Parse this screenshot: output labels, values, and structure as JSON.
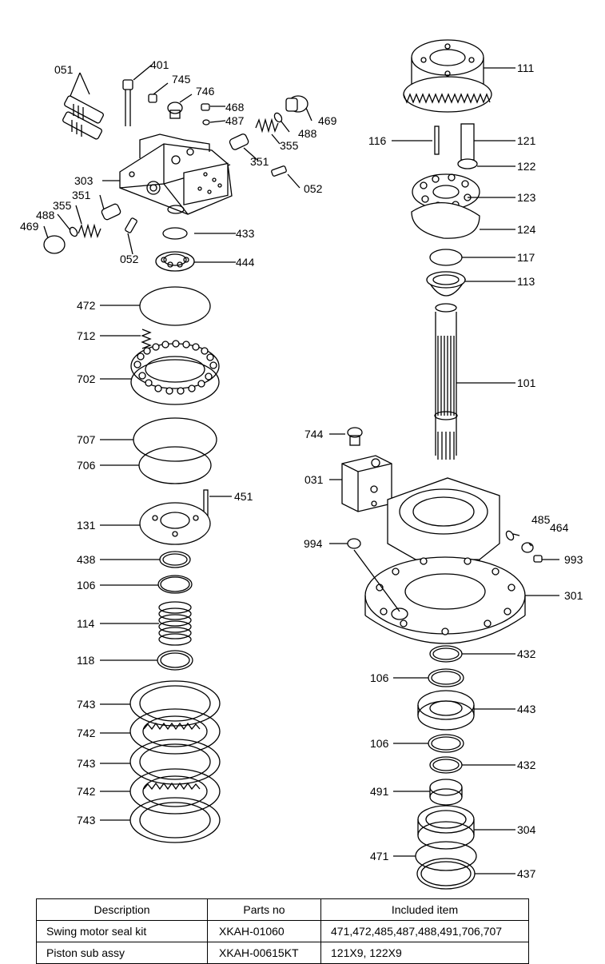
{
  "labels": {
    "l051": "051",
    "l401": "401",
    "l745": "745",
    "l746": "746",
    "l468": "468",
    "l487": "487",
    "l469a": "469",
    "l488a": "488",
    "l355a": "355",
    "l351a": "351",
    "l052a": "052",
    "l303": "303",
    "l351b": "351",
    "l355b": "355",
    "l488b": "488",
    "l469b": "469",
    "l052b": "052",
    "l433": "433",
    "l444": "444",
    "l472": "472",
    "l712": "712",
    "l702": "702",
    "l707": "707",
    "l706": "706",
    "l451": "451",
    "l131": "131",
    "l438": "438",
    "l106a": "106",
    "l114": "114",
    "l118": "118",
    "l743a": "743",
    "l742a": "742",
    "l743b": "743",
    "l742b": "742",
    "l743c": "743",
    "l111": "111",
    "l116": "116",
    "l121": "121",
    "l122": "122",
    "l123": "123",
    "l124": "124",
    "l117": "117",
    "l113": "113",
    "l101": "101",
    "l744": "744",
    "l031": "031",
    "l485": "485",
    "l464": "464",
    "l994": "994",
    "l993": "993",
    "l301": "301",
    "l432a": "432",
    "l106b": "106",
    "l443": "443",
    "l106c": "106",
    "l432b": "432",
    "l491": "491",
    "l304": "304",
    "l471": "471",
    "l437": "437"
  },
  "table": {
    "headers": [
      "Description",
      "Parts no",
      "Included item"
    ],
    "rows": [
      [
        "Swing motor seal kit",
        "XKAH-01060",
        "471,472,485,487,488,491,706,707"
      ],
      [
        "Piston sub assy",
        "XKAH-00615KT",
        "121X9, 122X9"
      ]
    ]
  }
}
